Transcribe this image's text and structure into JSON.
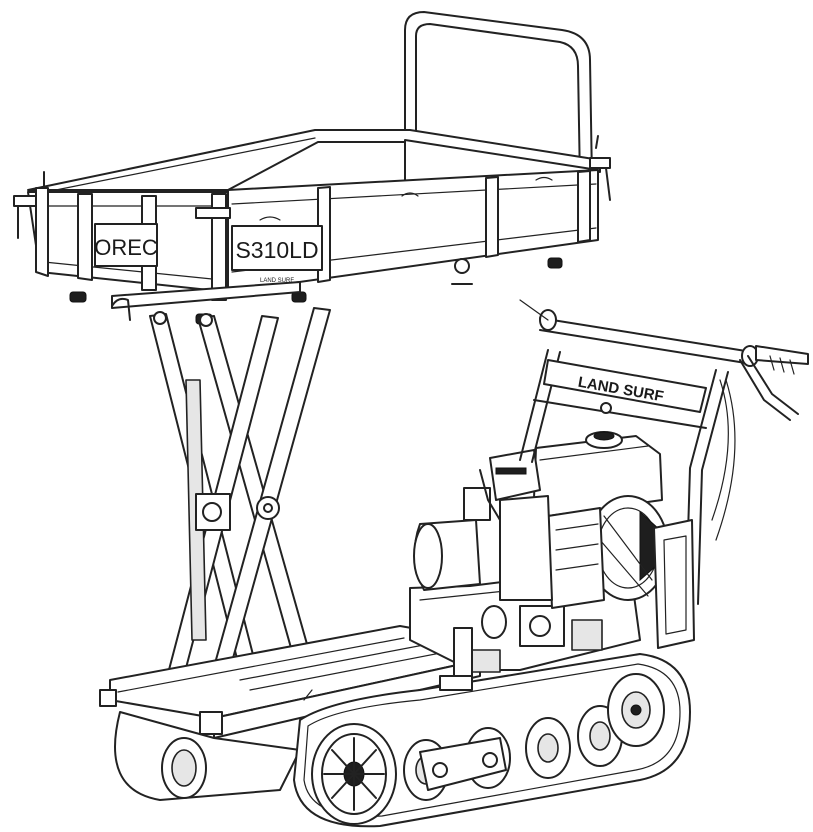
{
  "drawing": {
    "bed_label_left": "OREC",
    "bed_label_model": "S310LD",
    "bed_label_small": "LAND SURF",
    "handle_badge": "LAND SURF"
  },
  "colors": {
    "line": "#222222",
    "shade": "#e6e6e6",
    "background": "#ffffff"
  }
}
